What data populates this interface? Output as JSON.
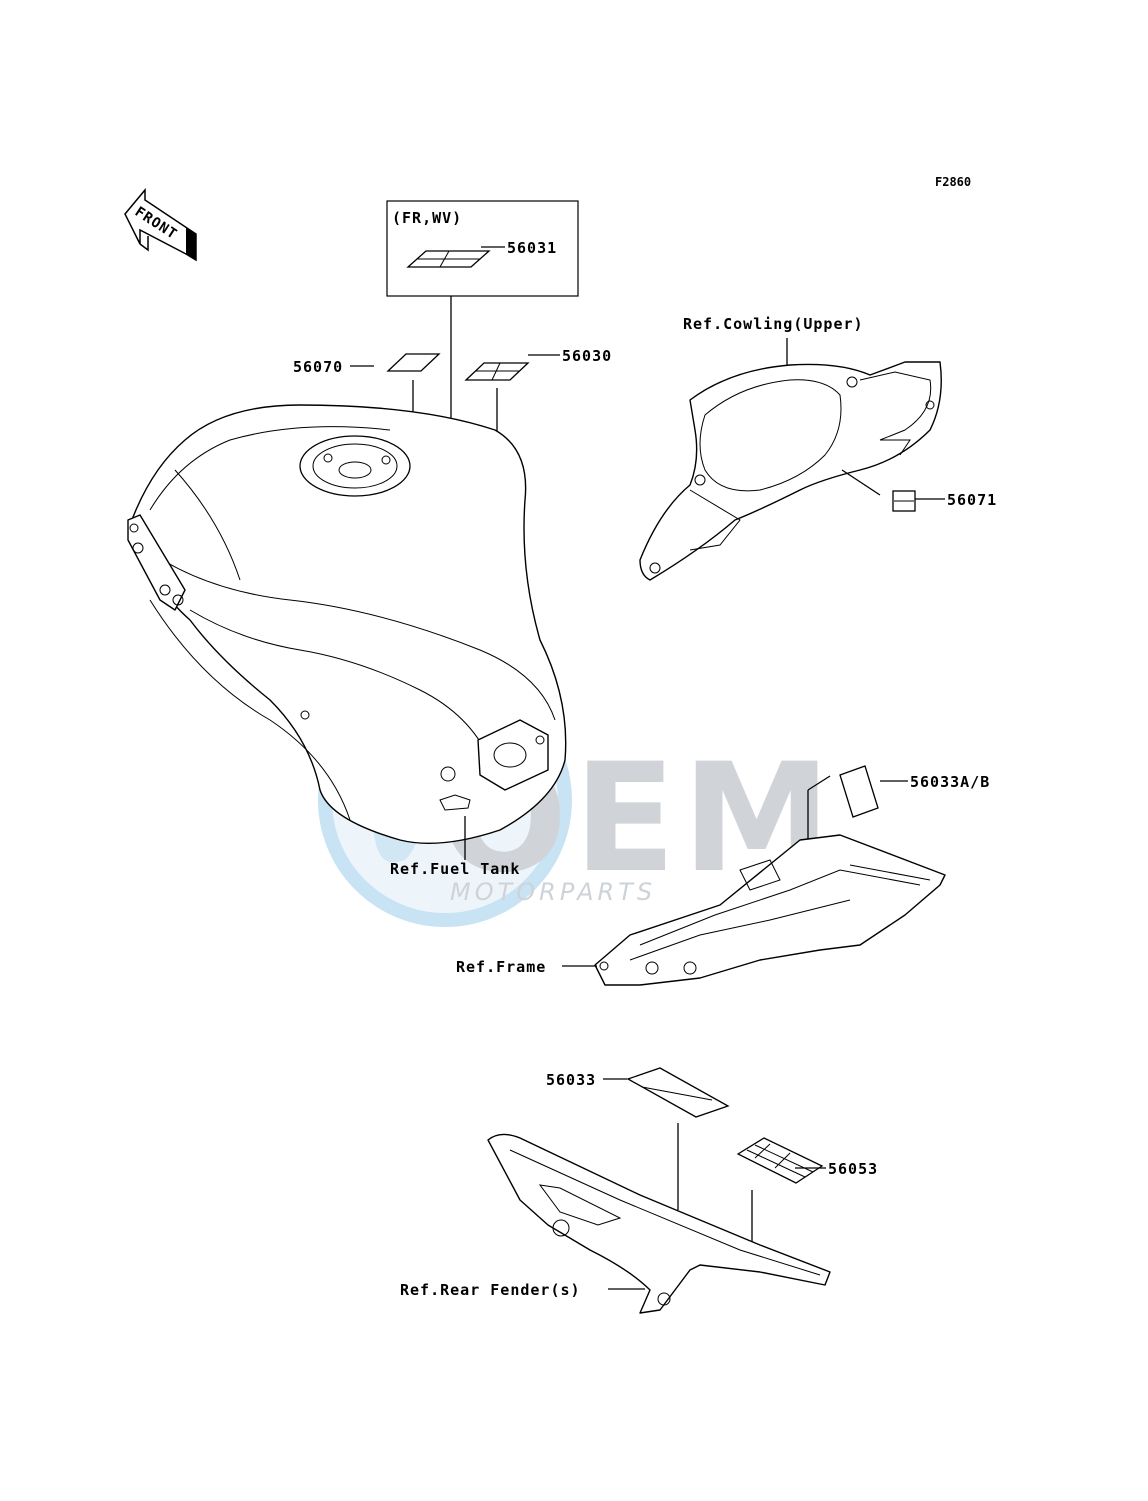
{
  "figure_code": "F2860",
  "front_marker": "FRONT",
  "watermark": {
    "logo": "OEM",
    "text": "MOTORPARTS"
  },
  "callouts": {
    "fr_wv_box": "(FR,WV)",
    "p56031": "56031",
    "p56070": "56070",
    "p56030": "56030",
    "p56071": "56071",
    "p56033ab": "56033A/B",
    "p56033": "56033",
    "p56053": "56053"
  },
  "references": {
    "cowling": "Ref.Cowling(Upper)",
    "fuel_tank": "Ref.Fuel Tank",
    "frame": "Ref.Frame",
    "rear_fender": "Ref.Rear Fender(s)"
  }
}
